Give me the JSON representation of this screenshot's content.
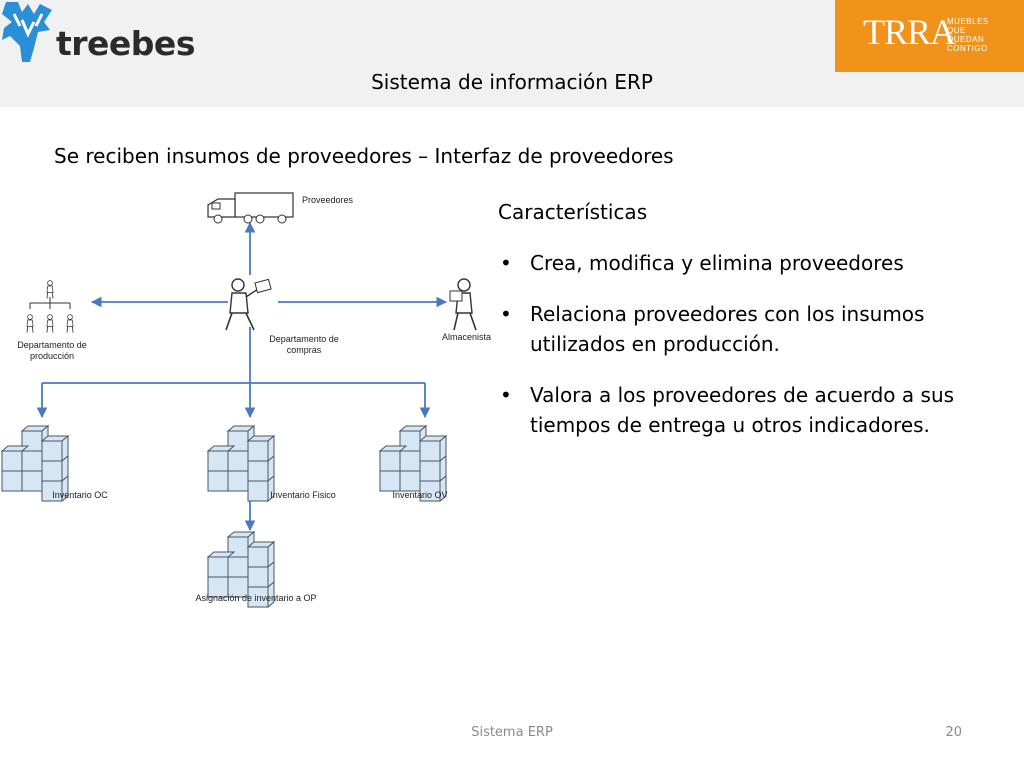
{
  "header": {
    "logo_left_text": "treebes",
    "logo_right_mark": "TRRA",
    "logo_right_tagline": [
      "MUEBLES",
      "QUE",
      "QUEDAN",
      "CONTIGO"
    ],
    "title": "Sistema de información ERP"
  },
  "slide": {
    "subtitle": "Se reciben insumos de proveedores – Interfaz de proveedores"
  },
  "diagram": {
    "nodes": {
      "proveedores": "Proveedores",
      "depto_produccion": [
        "Departamento de",
        "producción"
      ],
      "depto_compras": [
        "Departamento de",
        "compras"
      ],
      "almacenista": "Almacenista",
      "inventario_oc": "Inventario OC",
      "inventario_fisico": "Inventario Fisico",
      "inventario_ov": "Inventario OV",
      "asignacion_op": "Asignación de inventario a OP"
    }
  },
  "features": {
    "heading": "Características",
    "items": [
      "Crea, modifica y elimina proveedores",
      "Relaciona proveedores con los insumos utilizados en producción.",
      "Valora a los proveedores de acuerdo a sus tiempos de entrega u otros indicadores."
    ]
  },
  "footer": {
    "center": "Sistema ERP",
    "page_number": "20"
  },
  "colors": {
    "header_bg": "#f1f1f1",
    "brand_orange": "#f1931a",
    "logo_blue": "#2a8fd6",
    "arrow_blue": "#4a78c2",
    "box_blue": "#d7e6f5"
  }
}
